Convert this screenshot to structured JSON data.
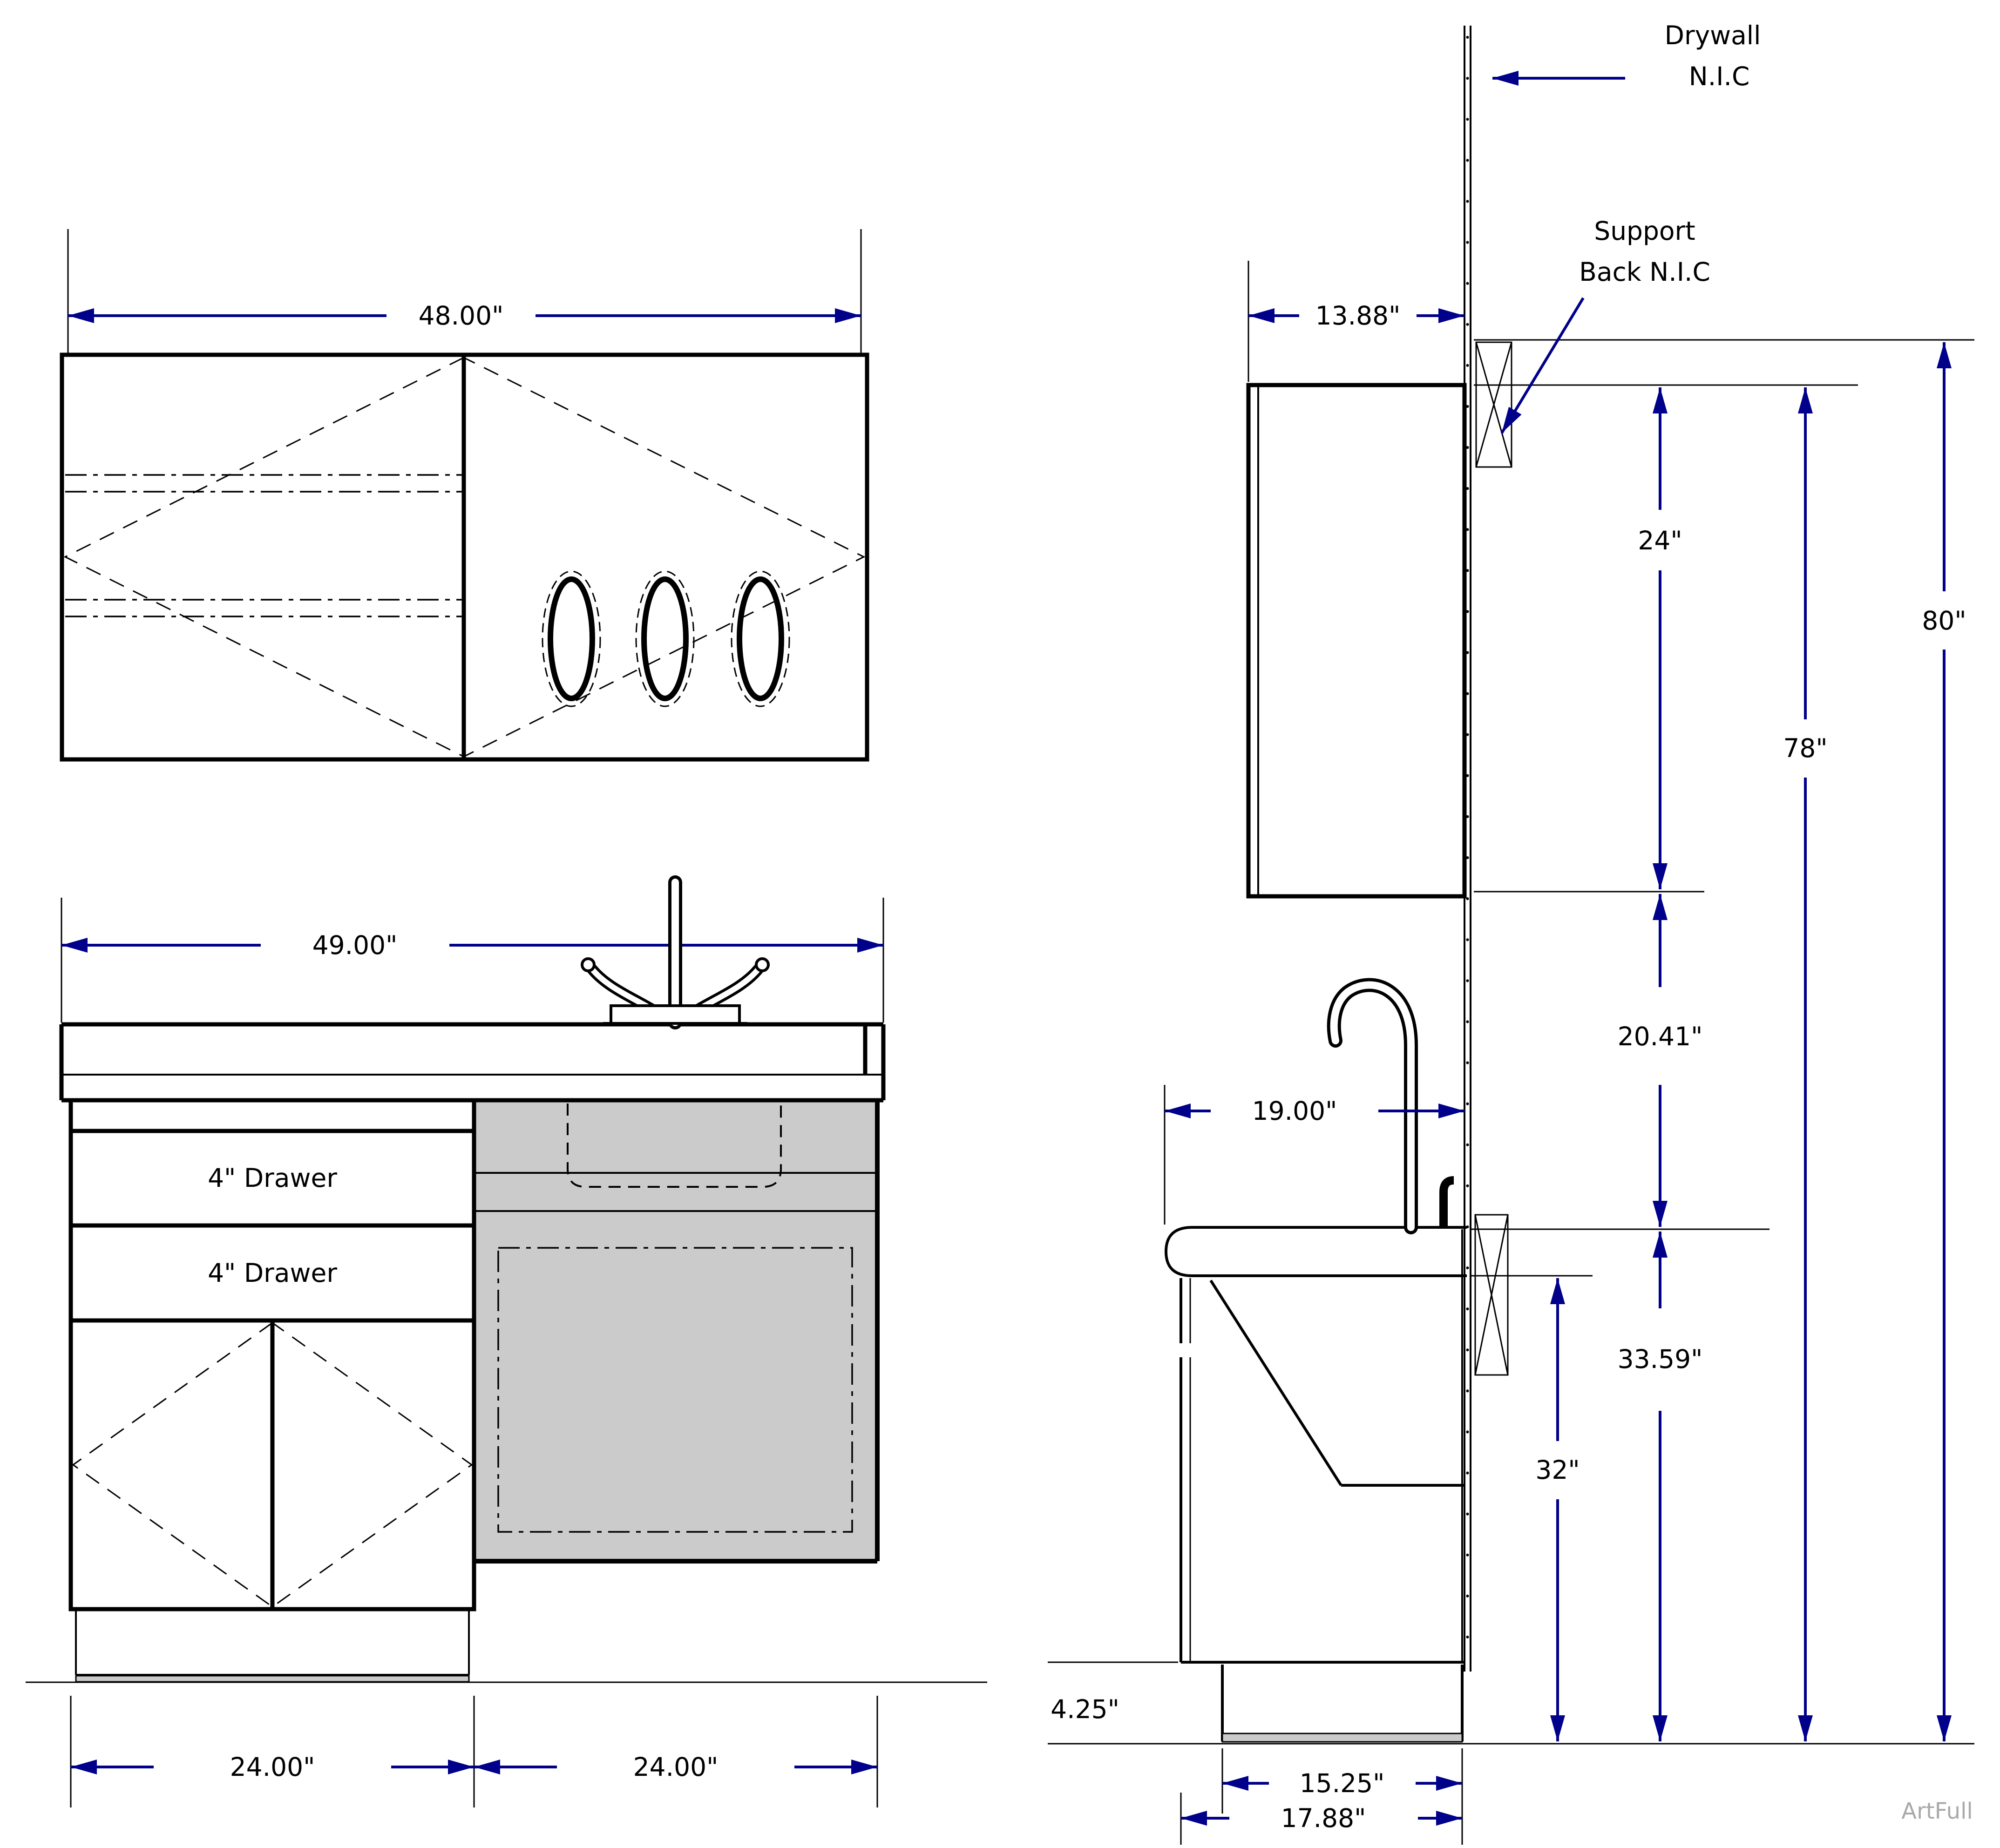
{
  "colors": {
    "dimension_blue": "#00008B",
    "panel_gray": "#cbcbcb",
    "watermark_gray": "#a9a9a9"
  },
  "upper_cabinet": {
    "width_dim": "48.00\""
  },
  "vanity_front": {
    "width_dim": "49.00\"",
    "drawers": [
      "4\" Drawer",
      "4\" Drawer"
    ],
    "base_left_dim": "24.00\"",
    "base_right_dim": "24.00\""
  },
  "side_view": {
    "wall_cabinet_depth_dim": "13.88\"",
    "counter_depth_dim": "19.00\"",
    "wall_cabinet_height_dim": "24\"",
    "cabinet_to_counter_dim": "20.41\"",
    "counter_height_dim": "33.59\"",
    "knee_clearance_dim": "32\"",
    "top_of_cabinet_height_dim": "78\"",
    "overall_height_dim": "80\"",
    "toe_kick_height_dim": "4.25\"",
    "toe_kick_depth_dim": "15.25\"",
    "base_depth_dim": "17.88\"",
    "drywall_note_line1": "Drywall",
    "drywall_note_line2": "N.I.C",
    "support_note_line1": "Support",
    "support_note_line2": "Back N.I.C"
  },
  "watermark": "ArtFull"
}
